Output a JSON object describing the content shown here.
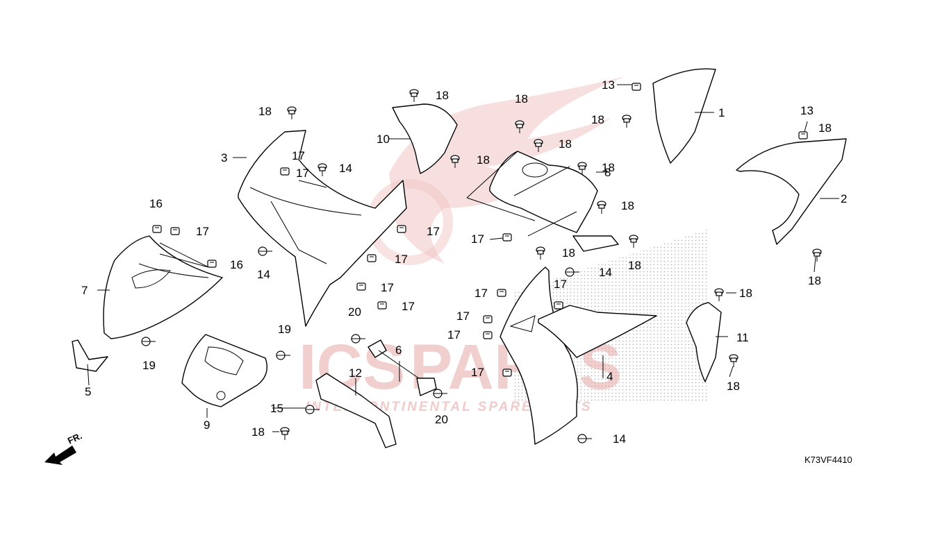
{
  "diagram": {
    "code": "K73VF4410",
    "direction_label": "FR.",
    "watermark": {
      "brand_left": "ICS",
      "brand_right": "PARTS",
      "tagline": "INTERCONTINENTAL SPARE PARTS"
    },
    "callouts": [
      {
        "id": "c1",
        "label": "1"
      },
      {
        "id": "c2",
        "label": "2"
      },
      {
        "id": "c3",
        "label": "3"
      },
      {
        "id": "c4",
        "label": "4"
      },
      {
        "id": "c5",
        "label": "5"
      },
      {
        "id": "c6",
        "label": "6"
      },
      {
        "id": "c7",
        "label": "7"
      },
      {
        "id": "c8",
        "label": "8"
      },
      {
        "id": "c9",
        "label": "9"
      },
      {
        "id": "c10",
        "label": "10"
      },
      {
        "id": "c11",
        "label": "11"
      },
      {
        "id": "c12",
        "label": "12"
      },
      {
        "id": "c13a",
        "label": "13"
      },
      {
        "id": "c13b",
        "label": "13"
      },
      {
        "id": "c14a",
        "label": "14"
      },
      {
        "id": "c14b",
        "label": "14"
      },
      {
        "id": "c14c",
        "label": "14"
      },
      {
        "id": "c14d",
        "label": "14"
      },
      {
        "id": "c15",
        "label": "15"
      },
      {
        "id": "c16a",
        "label": "16"
      },
      {
        "id": "c16b",
        "label": "16"
      },
      {
        "id": "c17a",
        "label": "17"
      },
      {
        "id": "c17b",
        "label": "17"
      },
      {
        "id": "c17c",
        "label": "17"
      },
      {
        "id": "c17d",
        "label": "17"
      },
      {
        "id": "c17e",
        "label": "17"
      },
      {
        "id": "c17f",
        "label": "17"
      },
      {
        "id": "c17g",
        "label": "17"
      },
      {
        "id": "c17h",
        "label": "17"
      },
      {
        "id": "c17i",
        "label": "17"
      },
      {
        "id": "c17j",
        "label": "17"
      },
      {
        "id": "c17k",
        "label": "17"
      },
      {
        "id": "c17l",
        "label": "17"
      },
      {
        "id": "c17m",
        "label": "17"
      },
      {
        "id": "c18a",
        "label": "18"
      },
      {
        "id": "c18b",
        "label": "18"
      },
      {
        "id": "c18c",
        "label": "18"
      },
      {
        "id": "c18d",
        "label": "18"
      },
      {
        "id": "c18e",
        "label": "18"
      },
      {
        "id": "c18f",
        "label": "18"
      },
      {
        "id": "c18g",
        "label": "18"
      },
      {
        "id": "c18h",
        "label": "18"
      },
      {
        "id": "c18i",
        "label": "18"
      },
      {
        "id": "c18j",
        "label": "18"
      },
      {
        "id": "c18k",
        "label": "18"
      },
      {
        "id": "c18l",
        "label": "18"
      },
      {
        "id": "c18m",
        "label": "18"
      },
      {
        "id": "c18n",
        "label": "18"
      },
      {
        "id": "c18o",
        "label": "18"
      },
      {
        "id": "c19a",
        "label": "19"
      },
      {
        "id": "c19b",
        "label": "19"
      },
      {
        "id": "c20a",
        "label": "20"
      },
      {
        "id": "c20b",
        "label": "20"
      }
    ]
  }
}
